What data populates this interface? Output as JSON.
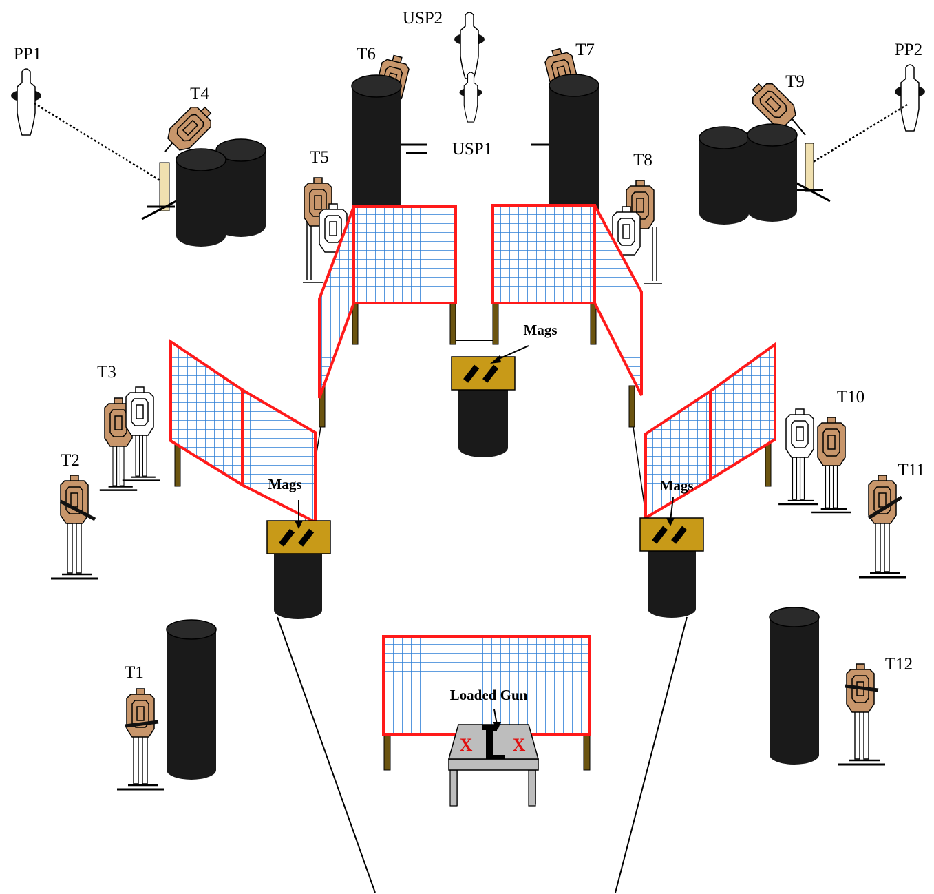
{
  "diagram": {
    "colors": {
      "barrel": "#1a1a1a",
      "target_tan": "#c8966b",
      "target_white": "#ffffff",
      "fence_frame": "#ff1a1a",
      "fence_grid": "#2e7fd6",
      "fence_post": "#6b5410",
      "mag_box": "#c89a18",
      "table_top": "#bdbdbd",
      "x_mark": "#e01010"
    },
    "labels": {
      "pp1": "PP1",
      "pp2": "PP2",
      "usp1": "USP1",
      "usp2": "USP2",
      "t1": "T1",
      "t2": "T2",
      "t3": "T3",
      "t4": "T4",
      "t5": "T5",
      "t6": "T6",
      "t7": "T7",
      "t8": "T8",
      "t9": "T9",
      "t10": "T10",
      "t11": "T11",
      "t12": "T12"
    },
    "notes": {
      "mags_center": "Mags",
      "mags_left": "Mags",
      "mags_right": "Mags",
      "loaded_gun": "Loaded Gun",
      "x_left": "X",
      "x_right": "X"
    },
    "icons": [
      "barrel-icon",
      "cardboard-target-icon",
      "popper-target-icon",
      "mesh-fence-icon",
      "mag-box-icon",
      "pistol-icon",
      "table-icon"
    ]
  }
}
